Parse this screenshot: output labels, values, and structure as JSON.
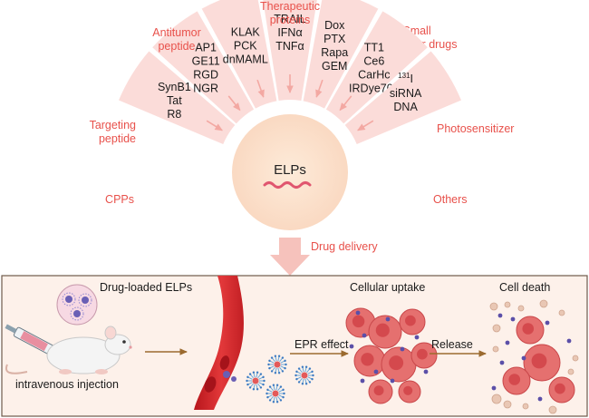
{
  "colors": {
    "accent": "#e8514b",
    "fan": "#fbdcd9",
    "center": "#fbe3cf",
    "arrow": "#f3b2ad",
    "bottom_panel": "#fdf1ea",
    "panel_border": "#6e5a4a",
    "process_arrow": "#9b6a2f"
  },
  "center_label": "ELPs",
  "segments": [
    {
      "category": [
        "CPPs"
      ],
      "items": [
        "SynB1",
        "Tat",
        "R8"
      ]
    },
    {
      "category": [
        "Targeting",
        "peptide"
      ],
      "items": [
        "AP1",
        "GE11",
        "RGD",
        "NGR"
      ]
    },
    {
      "category": [
        "Antitumor",
        "peptide"
      ],
      "items": [
        "KLAK",
        "PCK",
        "dnMAML"
      ]
    },
    {
      "category": [
        "Therapeutic",
        "proteins"
      ],
      "items": [
        "TRAIL",
        "IFNα",
        "TNFα"
      ]
    },
    {
      "category": [
        "Small",
        "molecular drugs"
      ],
      "items": [
        "Dox",
        "PTX",
        "Rapa",
        "GEM"
      ]
    },
    {
      "category": [
        "Photosensitizer"
      ],
      "items": [
        "TT1",
        "Ce6",
        "CarHc",
        "IRDye700"
      ]
    },
    {
      "category": [
        "Others"
      ],
      "items": [
        "131",
        "I",
        "siRNA",
        "DNA"
      ]
    }
  ],
  "drug_delivery_label": "Drug delivery",
  "bottom": {
    "drug_loaded_label": "Drug-loaded ELPs",
    "injection_label": "intravenous injection",
    "cellular_uptake_label": "Cellular uptake",
    "cell_death_label": "Cell death",
    "epr_label": "EPR effect",
    "release_label": "Release"
  }
}
